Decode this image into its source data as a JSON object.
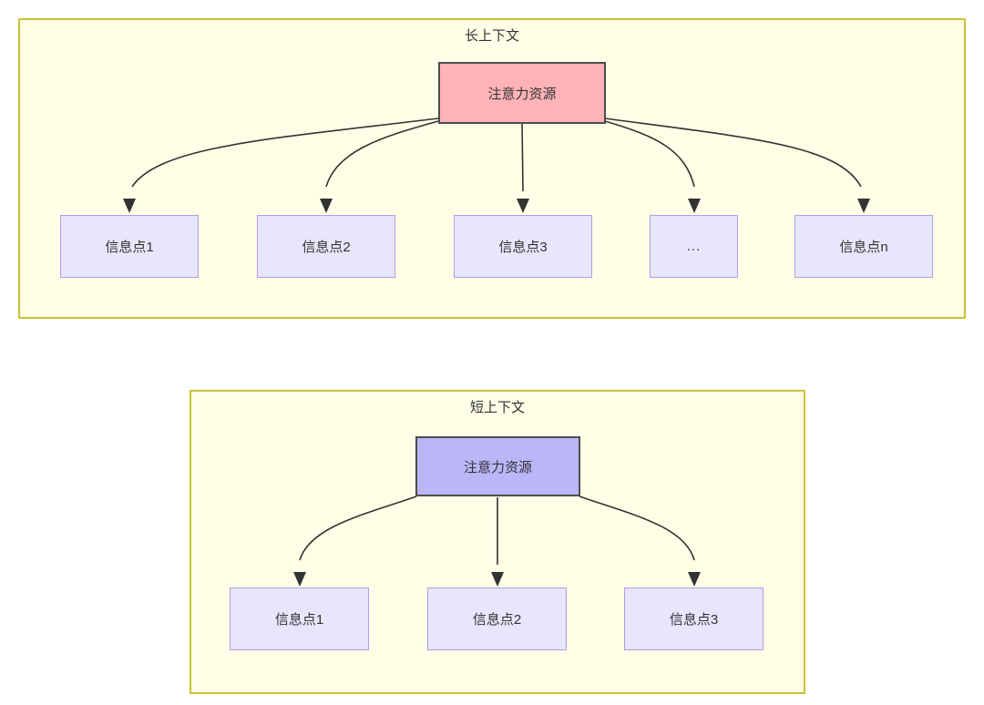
{
  "diagram": {
    "title_hidden": "",
    "groups": [
      {
        "id": "long-context",
        "label": "长上下文",
        "root": {
          "label": "注意力资源",
          "fill": "#ffb3b8",
          "stroke": "#4d4d4d"
        },
        "leaves": [
          {
            "label": "信息点1"
          },
          {
            "label": "信息点2"
          },
          {
            "label": "信息点3"
          },
          {
            "label": "..."
          },
          {
            "label": "信息点n"
          }
        ]
      },
      {
        "id": "short-context",
        "label": "短上下文",
        "root": {
          "label": "注意力资源",
          "fill": "#bcb5f8",
          "stroke": "#4d4d4d"
        },
        "leaves": [
          {
            "label": "信息点1"
          },
          {
            "label": "信息点2"
          },
          {
            "label": "信息点3"
          }
        ]
      }
    ],
    "colors": {
      "group_fill": "#fffee6",
      "group_border": "#c9c238",
      "leaf_fill": "#e8e6fc",
      "leaf_border": "#b49be8",
      "edge": "#333333",
      "text": "#333333",
      "page_background": "#ffffff"
    }
  }
}
